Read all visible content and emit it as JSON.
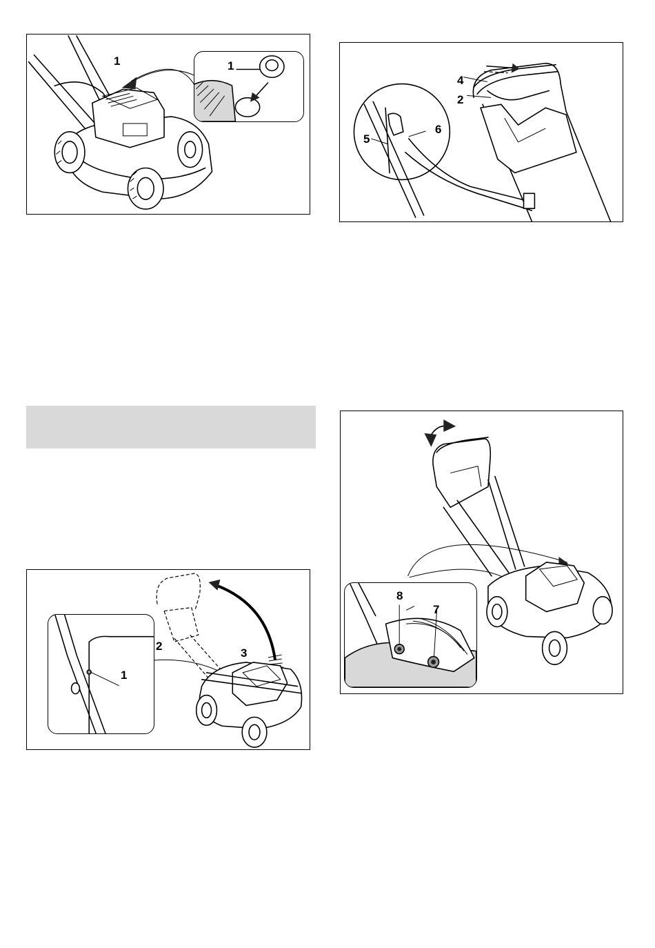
{
  "figure_1": {
    "callouts": {
      "main_1": "1",
      "inset_1": "1"
    }
  },
  "figure_2": {
    "callouts": {
      "c4": "4",
      "c2": "2",
      "c5": "5",
      "c6": "6"
    }
  },
  "figure_3": {
    "callouts": {
      "c8": "8",
      "c7": "7"
    }
  },
  "figure_4": {
    "callouts": {
      "c2": "2",
      "c3": "3",
      "c1": "1"
    }
  }
}
